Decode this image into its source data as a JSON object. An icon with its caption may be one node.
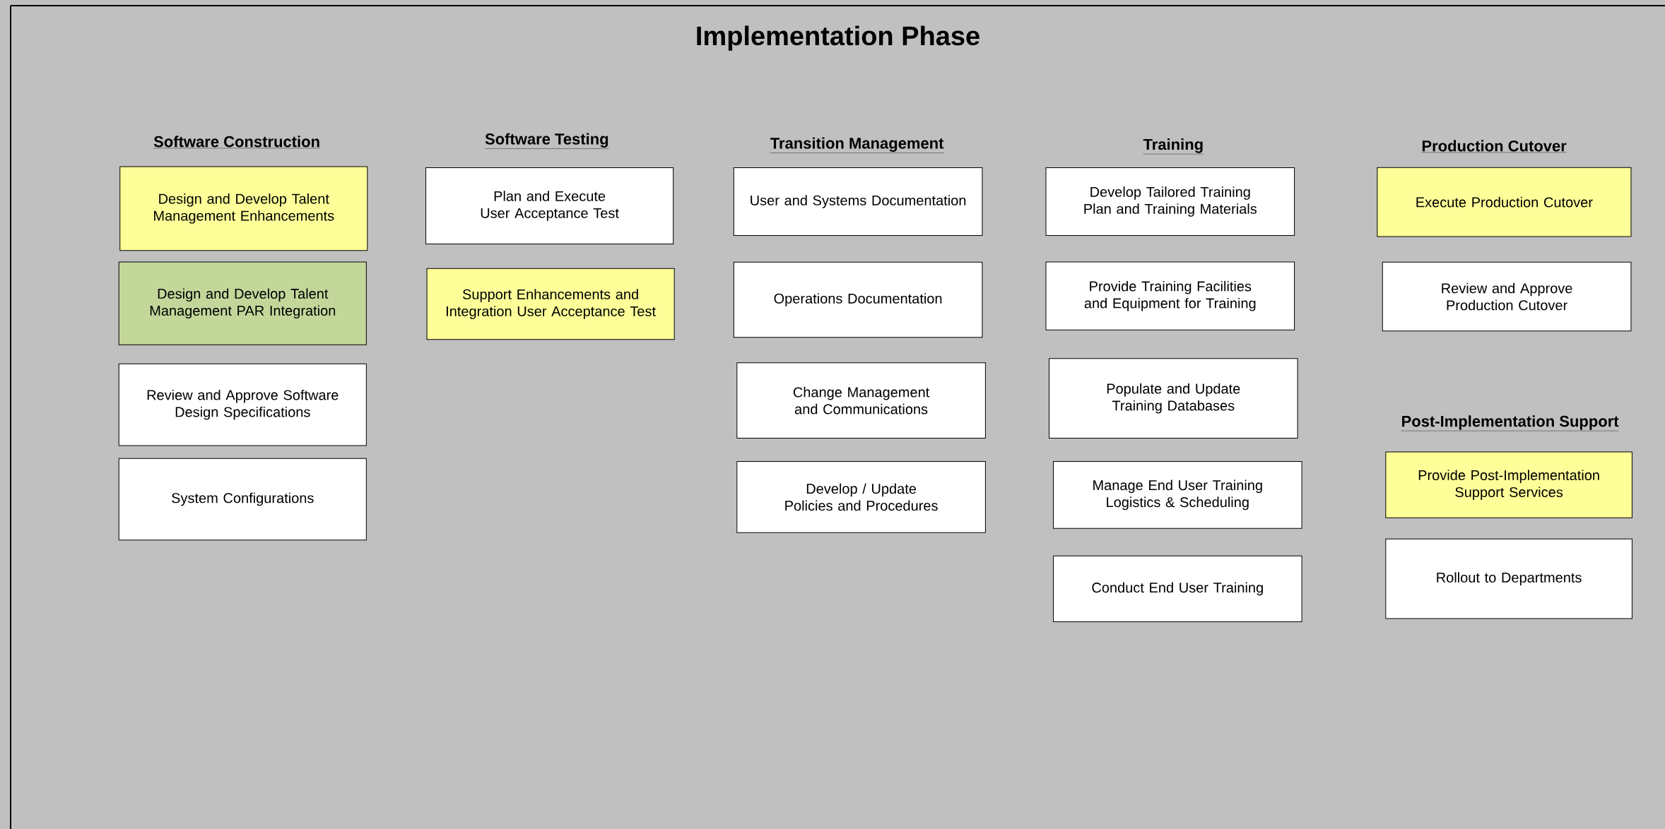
{
  "diagram": {
    "title": "Implementation Phase",
    "nodes": [
      {
        "text": [
          "Design and Develop Talent Management Enhancements"
        ]
      },
      {
        "text": [
          "Design and Develop Talent Management PAR Integration"
        ]
      },
      {
        "text": [
          "Review and Approve Software Design Specifications"
        ]
      },
      {
        "text": [
          "System Configurations"
        ]
      },
      {
        "text": [
          "Plan and Execute User Acceptance Test"
        ]
      },
      {
        "text": [
          "Support Enhancements and Integration User Acceptance Test"
        ]
      },
      {
        "text": [
          "User and Systems Documentation"
        ]
      },
      {
        "text": [
          "Operations Documentation"
        ]
      },
      {
        "text": [
          "Change Management and Communications"
        ]
      },
      {
        "text": [
          "Develop / Update Policies and Procedures"
        ]
      },
      {
        "text": [
          "Develop Tailored Training Plan and Training Materials"
        ]
      },
      {
        "text": [
          "Provide Training Facilities and Equipment for Training"
        ]
      },
      {
        "text": [
          "Populate and Update Training Databases"
        ]
      },
      {
        "text": [
          "Manage End User Training Logistics & Scheduling"
        ]
      },
      {
        "text": [
          "Conduct End User Training"
        ]
      },
      {
        "text": [
          "Execute Production Cutover"
        ]
      },
      {
        "text": [
          "Review and Approve Production Cutover"
        ]
      },
      {
        "text": [
          "Provide Post-Implementation Support Services"
        ]
      },
      {
        "text": [
          "Rollout to Departments"
        ]
      }
    ],
    "labels": [
      "Software Construction",
      "Software Testing",
      "Transition Management",
      "Training",
      "Production Cutover",
      "Post-Implementation Support"
    ]
  }
}
